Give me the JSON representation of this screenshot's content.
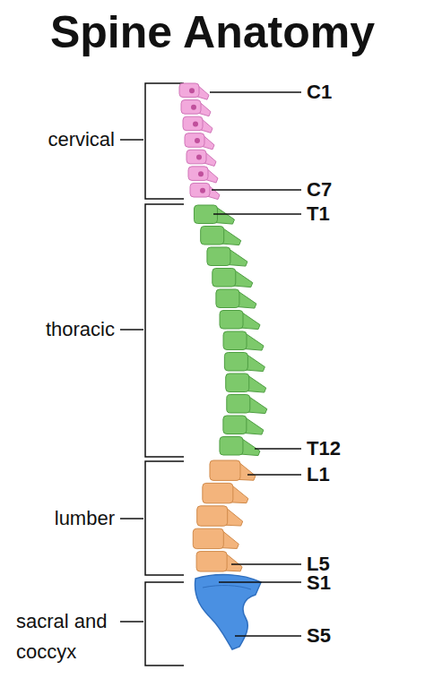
{
  "diagram": {
    "title": "Spine Anatomy",
    "labels": [
      "cervical",
      "thoracic",
      "lumber",
      "sacral and coccyx",
      "C1",
      "C7",
      "T1",
      "T12",
      "L1",
      "L5",
      "S1",
      "S5"
    ]
  }
}
